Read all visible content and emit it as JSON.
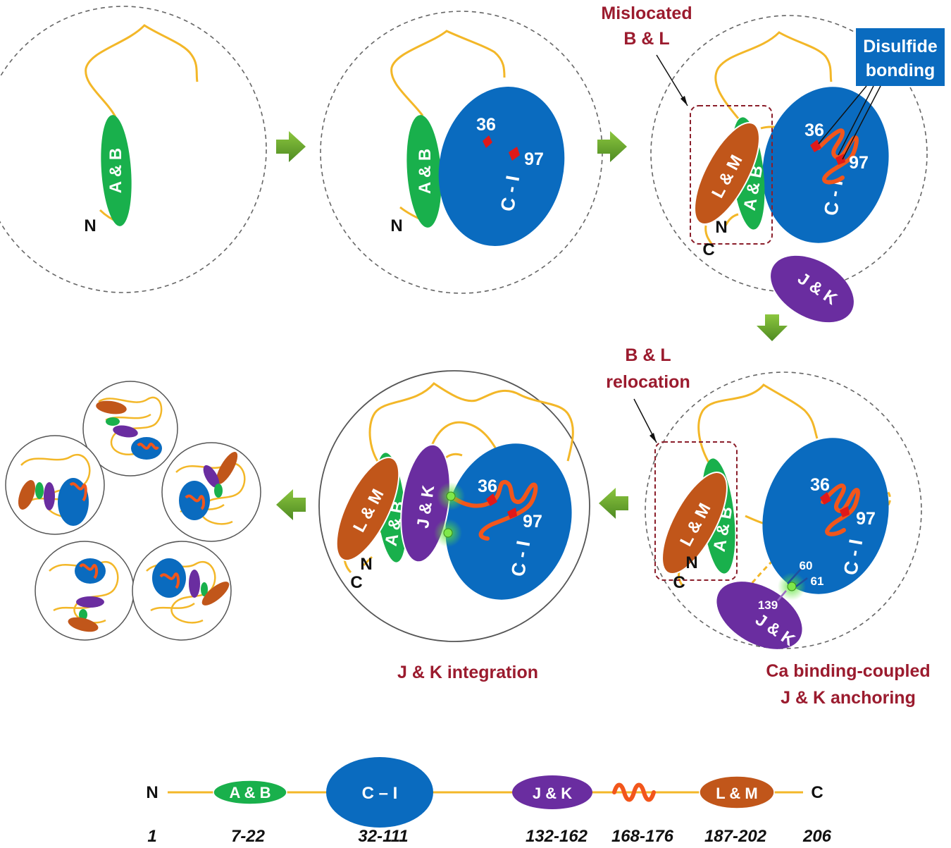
{
  "colors": {
    "ab": "#19b04c",
    "ci": "#0a6bbf",
    "jk": "#6a2da0",
    "lm": "#c1561a",
    "linker": "#f3b728",
    "helix": "#f2561b",
    "disulfide": "#e01919",
    "arrow": "#6aa72d",
    "callout": "#9b1b2e",
    "ca_glow": "#5ee33a"
  },
  "labels": {
    "ab": "A & B",
    "ci": "C - I",
    "jk": "J & K",
    "lm": "L & M",
    "n_term": "N",
    "c_term": "C",
    "res36": "36",
    "res97": "97",
    "res60": "60",
    "res61": "61",
    "res139": "139"
  },
  "annotations": {
    "mislocated_line1": "Mislocated",
    "mislocated_line2": "B & L",
    "disulfide_line1": "Disulfide",
    "disulfide_line2": "bonding",
    "relocation_line1": "B & L",
    "relocation_line2": "relocation",
    "ca_line1": "Ca binding-coupled",
    "ca_line2": "J & K anchoring",
    "jk_integration": "J & K integration"
  },
  "legend": {
    "n": "N",
    "c": "C",
    "ab": "A & B",
    "ci": "C – I",
    "jk": "J & K",
    "lm": "L & M",
    "ranges": [
      "1",
      "7-22",
      "32-111",
      "132-162",
      "168-176",
      "187-202",
      "206"
    ]
  },
  "icons": [
    "right-arrow-icon",
    "down-arrow-icon",
    "left-arrow-icon",
    "helix-icon",
    "disulfide-icon",
    "calcium-icon"
  ]
}
